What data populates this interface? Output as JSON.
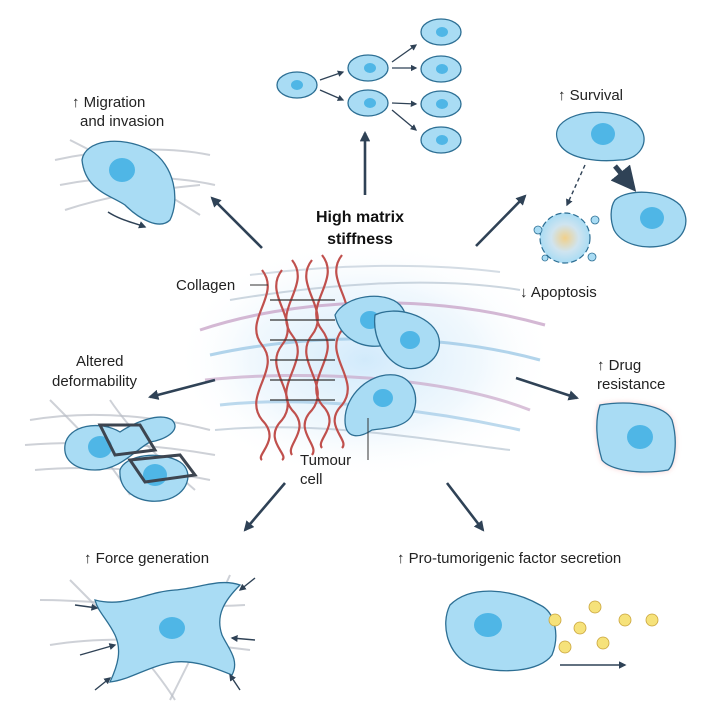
{
  "center": {
    "title_line1": "High matrix",
    "title_line2": "stiffness",
    "collagen_label": "Collagen",
    "tumour_label_line1": "Tumour",
    "tumour_label_line2": "cell"
  },
  "outcomes": {
    "migration_line1": "↑ Migration",
    "migration_line2": "and invasion",
    "survival": "↑ Survival",
    "apoptosis": "↓ Apoptosis",
    "deformability_line1": "Altered",
    "deformability_line2": "deformability",
    "drug_line1": "↑ Drug",
    "drug_line2": "resistance",
    "force": "↑ Force generation",
    "secretion": "↑ Pro-tumorigenic factor secretion"
  },
  "colors": {
    "cell_fill": "#a9dcf4",
    "nucleus": "#4fb6e6",
    "collagen": "#c0504d",
    "arrow": "#2f4256",
    "factor": "#f6e27a"
  }
}
